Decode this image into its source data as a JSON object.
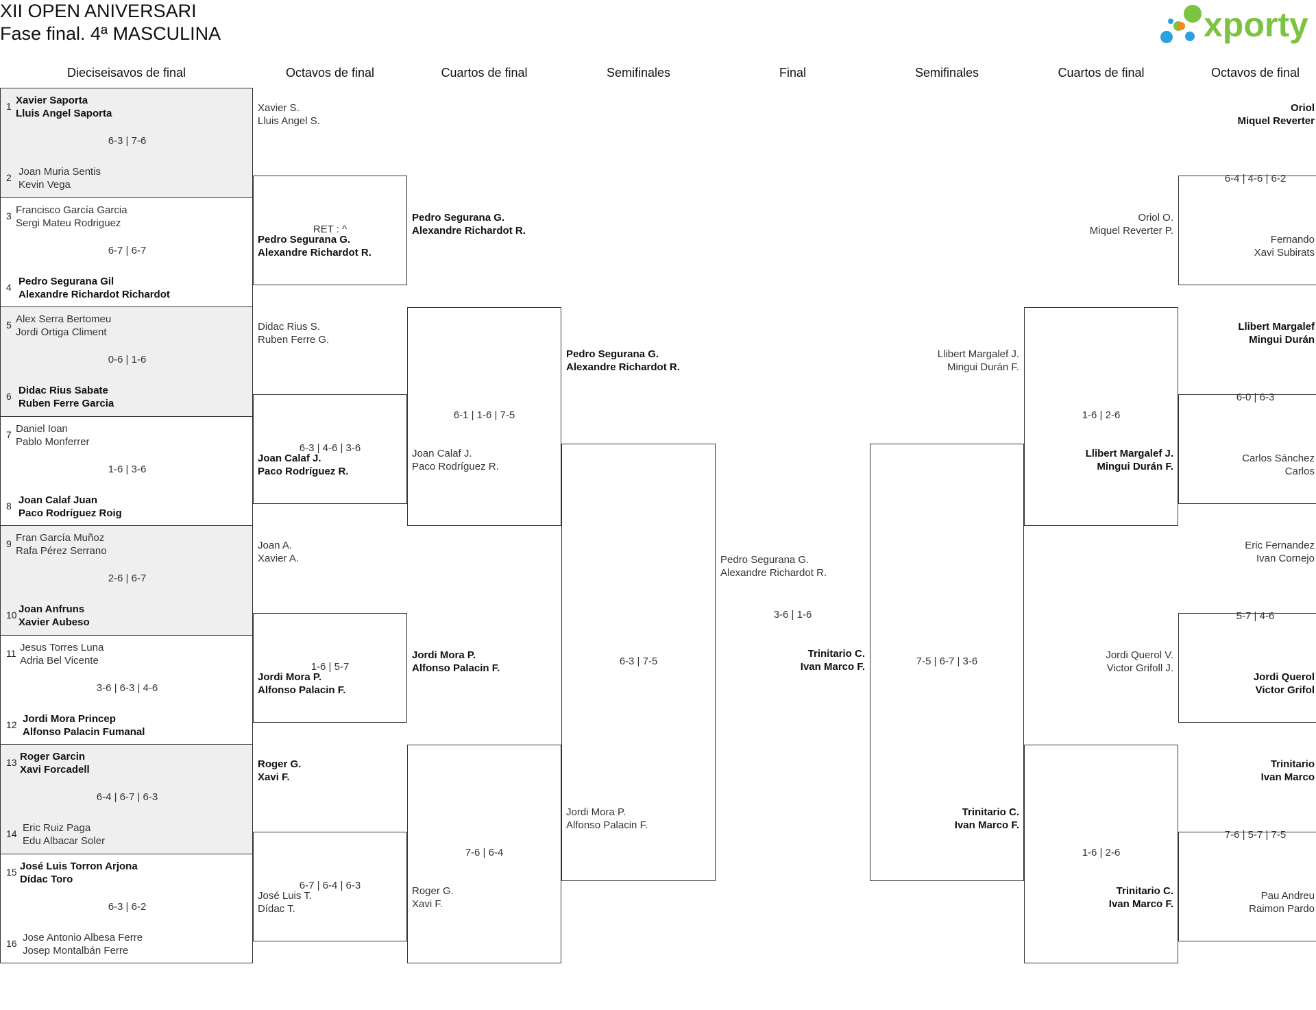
{
  "header": {
    "title_line1": "XII OPEN ANIVERSARI",
    "title_line2": "Fase final. 4ª MASCULINA",
    "logo_text": "xporty"
  },
  "rounds": {
    "r32": "Dieciseisavos de final",
    "r16_left": "Octavos de final",
    "qf_left": "Cuartos de final",
    "sf_left": "Semifinales",
    "final": "Final",
    "sf_right": "Semifinales",
    "qf_right": "Cuartos de final",
    "r16_right": "Octavos de final"
  },
  "r32_matches": [
    {
      "seed_a": "1",
      "a1": "Xavier Saporta",
      "a2": "Lluis Angel Saporta",
      "seed_b": "2",
      "b1": "Joan Muria Sentis",
      "b2": "Kevin Vega",
      "score": "6-3 | 7-6",
      "winner": "a"
    },
    {
      "seed_a": "3",
      "a1": "Francisco García Garcia",
      "a2": "Sergi Mateu Rodriguez",
      "seed_b": "4",
      "b1": "Pedro Segurana Gil",
      "b2": "Alexandre Richardot Richardot",
      "score": "6-7 | 6-7",
      "winner": "b"
    },
    {
      "seed_a": "5",
      "a1": "Alex Serra Bertomeu",
      "a2": "Jordi Ortiga Climent",
      "seed_b": "6",
      "b1": "Didac Rius Sabate",
      "b2": "Ruben Ferre Garcia",
      "score": "0-6 | 1-6",
      "winner": "b"
    },
    {
      "seed_a": "7",
      "a1": "Daniel Ioan",
      "a2": "Pablo Monferrer",
      "seed_b": "8",
      "b1": "Joan Calaf Juan",
      "b2": "Paco Rodríguez Roig",
      "score": "1-6 | 3-6",
      "winner": "b"
    },
    {
      "seed_a": "9",
      "a1": "Fran García Muñoz",
      "a2": "Rafa Pérez Serrano",
      "seed_b": "10",
      "b1": "Joan Anfruns",
      "b2": "Xavier Aubeso",
      "score": "2-6 | 6-7",
      "winner": "b"
    },
    {
      "seed_a": "11",
      "a1": "Jesus Torres Luna",
      "a2": "Adria Bel Vicente",
      "seed_b": "12",
      "b1": "Jordi Mora Princep",
      "b2": "Alfonso Palacin Fumanal",
      "score": "3-6 | 6-3 | 4-6",
      "winner": "b"
    },
    {
      "seed_a": "13",
      "a1": "Roger Garcin",
      "a2": "Xavi Forcadell",
      "seed_b": "14",
      "b1": "Eric Ruiz Paga",
      "b2": "Edu Albacar Soler",
      "score": "6-4 | 6-7 | 6-3",
      "winner": "a"
    },
    {
      "seed_a": "15",
      "a1": "José Luis Torron Arjona",
      "a2": "Dídac Toro",
      "seed_b": "16",
      "b1": "Jose Antonio Albesa Ferre",
      "b2": "Josep Montalbán Ferre",
      "score": "6-3 | 6-2",
      "winner": "a"
    }
  ],
  "r16_left": [
    {
      "a1": "Xavier S.",
      "a2": "Lluis Angel S.",
      "b1": "Pedro Segurana G.",
      "b2": "Alexandre Richardot R.",
      "score": "RET : ^",
      "winner": "b"
    },
    {
      "a1": "Didac Rius S.",
      "a2": "Ruben Ferre G.",
      "b1": "Joan Calaf J.",
      "b2": "Paco Rodríguez R.",
      "score": "6-3 | 4-6 | 3-6",
      "winner": "b"
    },
    {
      "a1": "Joan A.",
      "a2": "Xavier A.",
      "b1": "Jordi Mora P.",
      "b2": "Alfonso Palacin F.",
      "score": "1-6 | 5-7",
      "winner": "b"
    },
    {
      "a1": "Roger G.",
      "a2": "Xavi F.",
      "b1": "José Luis T.",
      "b2": "Dídac T.",
      "score": "6-7 | 6-4 | 6-3",
      "winner": "a"
    }
  ],
  "qf_left": [
    {
      "a1": "Pedro Segurana G.",
      "a2": "Alexandre Richardot R.",
      "b1": "Joan Calaf J.",
      "b2": "Paco Rodríguez R.",
      "score": "6-1 | 1-6 | 7-5",
      "winner": "a"
    },
    {
      "a1": "Jordi Mora P.",
      "a2": "Alfonso Palacin F.",
      "b1": "Roger G.",
      "b2": "Xavi F.",
      "score": "7-6 | 6-4",
      "winner": "a"
    }
  ],
  "sf_left": {
    "a1": "Pedro Segurana G.",
    "a2": "Alexandre Richardot R.",
    "b1": "Jordi Mora P.",
    "b2": "Alfonso Palacin F.",
    "score": "6-3 | 7-5",
    "winner": "a"
  },
  "final": {
    "a1": "Pedro Segurana G.",
    "a2": "Alexandre Richardot R.",
    "b1": "Trinitario C.",
    "b2": "Ivan Marco F.",
    "score": "3-6 | 1-6",
    "winner": "b"
  },
  "sf_right": {
    "a1": "Llibert Margalef J.",
    "a2": "Mingui Durán F.",
    "b1": "Trinitario C.",
    "b2": "Ivan Marco F.",
    "score": "7-5 | 6-7 | 3-6",
    "winner": "b"
  },
  "qf_right": [
    {
      "a1": "Oriol O.",
      "a2": "Miquel Reverter P.",
      "b1": "Llibert Margalef J.",
      "b2": "Mingui Durán F.",
      "score": "1-6 | 2-6",
      "winner": "b"
    },
    {
      "a1": "Jordi Querol V.",
      "a2": "Victor Grifoll J.",
      "b1": "Trinitario C.",
      "b2": "Ivan Marco F.",
      "score": "1-6 | 2-6",
      "winner": "b"
    }
  ],
  "r16_right": [
    {
      "a1": "Oriol",
      "a2": "Miquel Reverter",
      "b1": "Fernando",
      "b2": "Xavi Subirats",
      "score": "6-4 | 4-6 | 6-2",
      "winner": "a"
    },
    {
      "a1": "Llibert Margalef",
      "a2": "Mingui Durán",
      "b1": "Carlos Sánchez",
      "b2": "Carlos",
      "score": "6-0 | 6-3",
      "winner": "a"
    },
    {
      "a1": "Eric Fernandez",
      "a2": "Ivan Cornejo",
      "b1": "Jordi Querol",
      "b2": "Victor Grifol",
      "score": "5-7 | 4-6",
      "winner": "b"
    },
    {
      "a1": "Trinitario",
      "a2": "Ivan Marco",
      "b1": "Pau Andreu",
      "b2": "Raimon Pardo",
      "score": "7-6 | 5-7 | 7-5",
      "winner": "a"
    }
  ],
  "colors": {
    "logo_green": "#7cc243",
    "logo_orange": "#f28c1c",
    "logo_blue": "#2b9fe0",
    "shade": "#efefef"
  }
}
